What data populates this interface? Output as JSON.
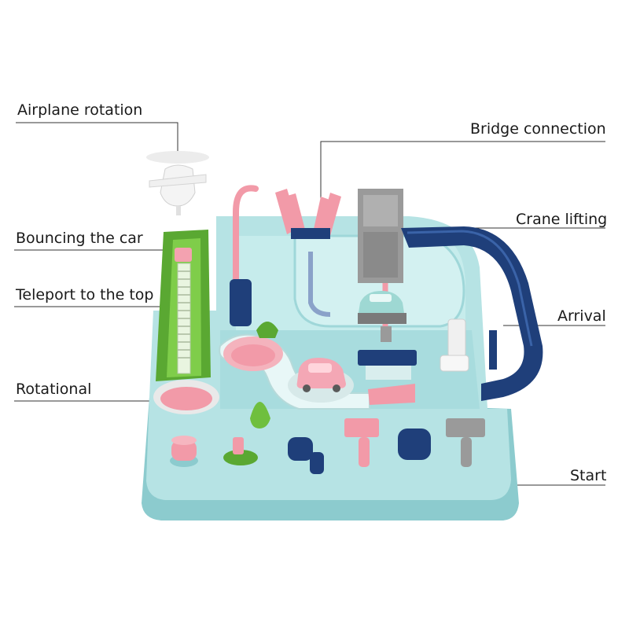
{
  "annotations": {
    "airplane_rotation": "Airplane rotation",
    "bouncing_the_car": "Bouncing the car",
    "teleport_to_the_top": "Teleport to the top",
    "rotational": "Rotational",
    "bridge_connection": "Bridge connection",
    "crane_lifting": "Crane lifting",
    "arrival": "Arrival",
    "start": "Start"
  },
  "colors": {
    "base": "#b6e3e4",
    "base_shadow": "#8ccbce",
    "green_ramp": "#6fbf3e",
    "pink": "#f29aa8",
    "navy": "#1f3f7a",
    "gray": "#9a9a9a"
  }
}
